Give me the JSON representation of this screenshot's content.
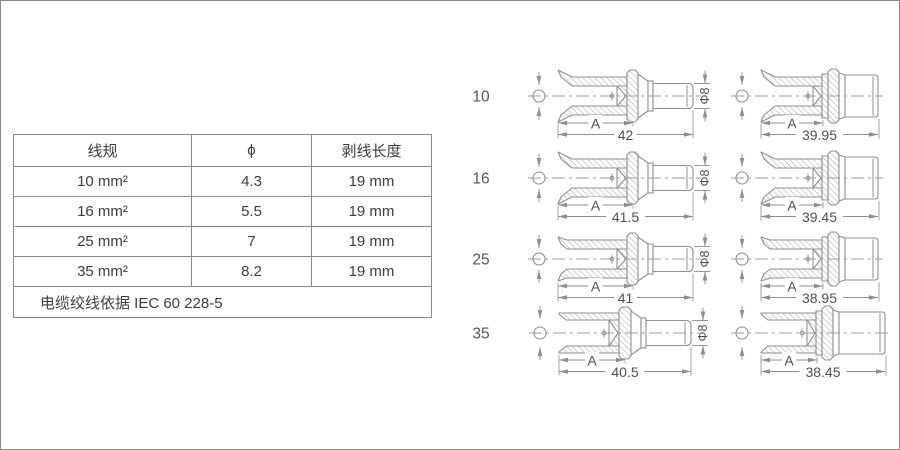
{
  "page": {
    "background": "#ffffff",
    "frame_color": "#8a8a8a",
    "line_color": "#8f8f8f"
  },
  "table": {
    "headers": [
      "线规",
      "ϕ",
      "剥线长度"
    ],
    "rows": [
      [
        "10 mm²",
        "4.3",
        "19 mm"
      ],
      [
        "16 mm²",
        "5.5",
        "19 mm"
      ],
      [
        "25 mm²",
        "7",
        "19 mm"
      ],
      [
        "35 mm²",
        "8.2",
        "19 mm"
      ]
    ],
    "footnote": "电缆绞线依据 IEC 60 228-5"
  },
  "drawings": {
    "dim_a_label": "A",
    "pin_dia_label": "Φ8",
    "phi_symbol": "Φ",
    "rows": [
      {
        "gauge": "10",
        "flare": "large",
        "pin_total": "42",
        "socket_total": "39.95"
      },
      {
        "gauge": "16",
        "flare": "large",
        "pin_total": "41.5",
        "socket_total": "39.45"
      },
      {
        "gauge": "25",
        "flare": "small",
        "pin_total": "41",
        "socket_total": "38.95"
      },
      {
        "gauge": "35",
        "flare": "none",
        "pin_total": "40.5",
        "socket_total": "38.45"
      }
    ]
  }
}
